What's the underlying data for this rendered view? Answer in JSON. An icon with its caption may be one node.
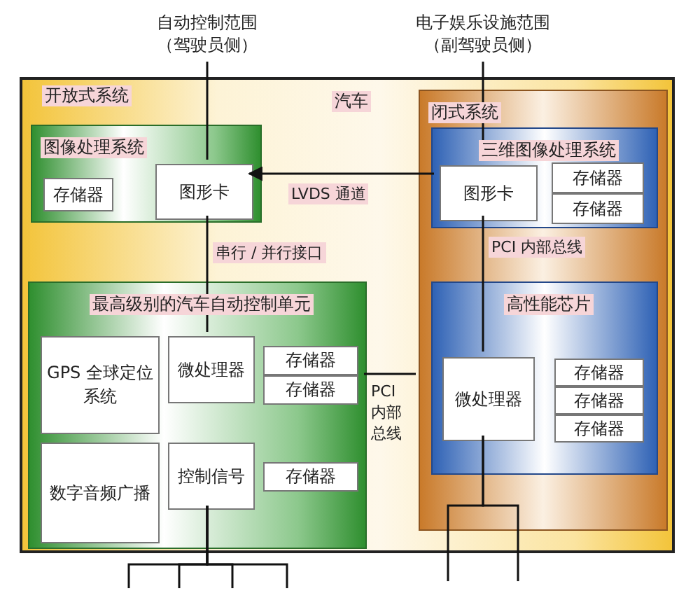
{
  "diagram": {
    "nodes": [
      {
        "text": [
          "汽车"
        ]
      },
      {
        "text": [
          "图像处理系统"
        ],
        "in": 0
      },
      {
        "text": [
          "存储器"
        ],
        "in": 1
      },
      {
        "text": [
          "图形卡"
        ],
        "in": 1
      },
      {
        "text": [
          "最高级别的汽车自动控制单元"
        ],
        "in": 0
      },
      {
        "text": [
          "GPS 全球定位系统"
        ],
        "in": 4
      },
      {
        "text": [
          "微处理器"
        ],
        "in": 4
      },
      {
        "text": [
          "存储器"
        ],
        "in": 4
      },
      {
        "text": [
          "存储器"
        ],
        "in": 4
      },
      {
        "text": [
          "数字音频广播"
        ],
        "in": 4
      },
      {
        "text": [
          "控制信号"
        ],
        "in": 4
      },
      {
        "text": [
          "存储器"
        ],
        "in": 4
      },
      {
        "text": [
          "闭式系统"
        ],
        "in": 0
      },
      {
        "text": [
          "三维图像处理系统"
        ],
        "in": 12
      },
      {
        "text": [
          "图形卡"
        ],
        "in": 13
      },
      {
        "text": [
          "存储器"
        ],
        "in": 13
      },
      {
        "text": [
          "存储器"
        ],
        "in": 13
      },
      {
        "text": [
          "高性能芯片"
        ],
        "in": 12
      },
      {
        "text": [
          "微处理器"
        ],
        "in": 17
      },
      {
        "text": [
          "存储器"
        ],
        "in": 17
      },
      {
        "text": [
          "存储器"
        ],
        "in": 17
      },
      {
        "text": [
          "存储器"
        ],
        "in": 17
      },
      {
        "text": [
          "自动控制范围（驾驶员侧）"
        ]
      },
      {
        "text": [
          "电子娱乐设施范围（副驾驶员侧）"
        ]
      }
    ],
    "edges": [
      {
        "from": 22,
        "to": 3,
        "arrow": "none"
      },
      {
        "from": 23,
        "to": 14,
        "arrow": "none"
      },
      {
        "from": 14,
        "to": 3,
        "arrow": "to",
        "label": "LVDS 通道"
      },
      {
        "from": 3,
        "to": 6,
        "arrow": "none",
        "label": "串行 / 并行接口"
      },
      {
        "from": 14,
        "to": 18,
        "arrow": "none",
        "label": "PCI 内部总线"
      },
      {
        "from": 4,
        "to": 12,
        "arrow": "none",
        "label": "PCI 内部总线"
      },
      {
        "from": 10,
        "to": null,
        "arrow": "none"
      },
      {
        "from": 10,
        "to": null,
        "arrow": "none"
      },
      {
        "from": 10,
        "to": null,
        "arrow": "none"
      },
      {
        "from": 10,
        "to": null,
        "arrow": "none"
      },
      {
        "from": 18,
        "to": null,
        "arrow": "none"
      },
      {
        "from": 18,
        "to": null,
        "arrow": "none"
      }
    ],
    "labels": [
      "开放式系统"
    ]
  }
}
